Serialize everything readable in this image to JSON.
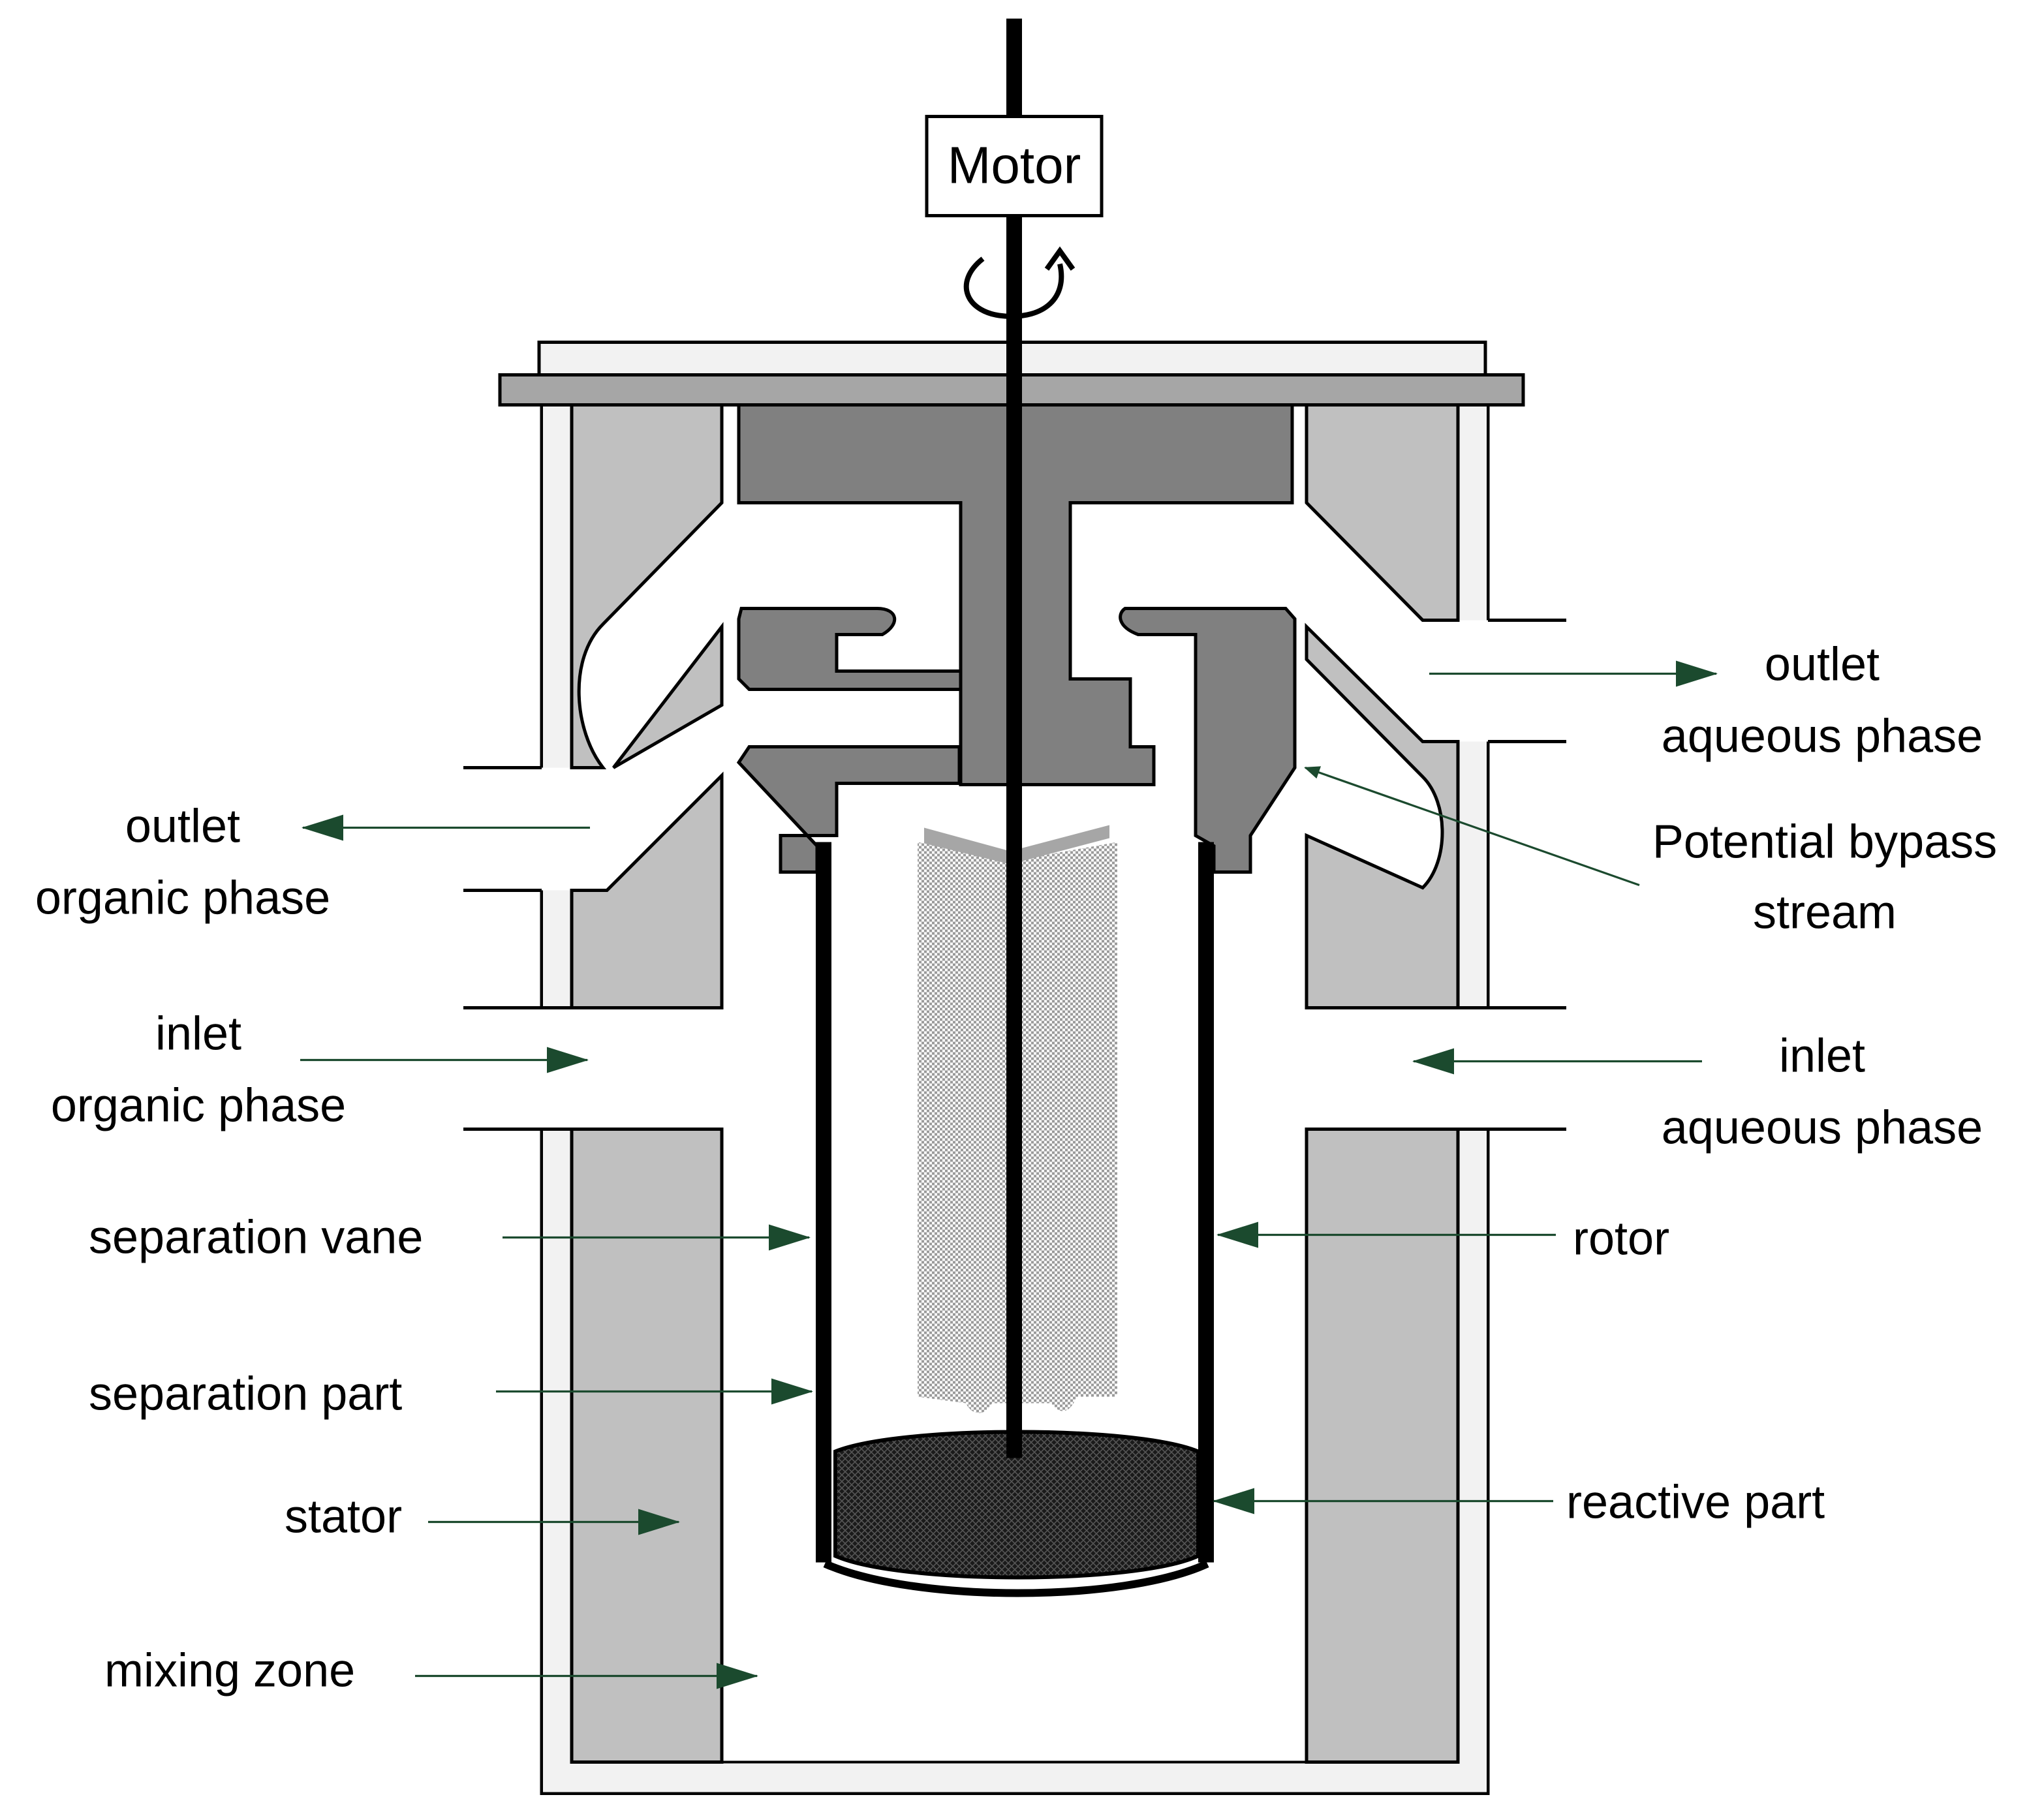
{
  "motor": {
    "label": "Motor"
  },
  "labels": {
    "outlet_organic": [
      "outlet",
      "organic phase"
    ],
    "inlet_organic": [
      "inlet",
      "organic phase"
    ],
    "separation_vane": "separation vane",
    "separation_part": "separation part",
    "stator": "stator",
    "mixing_zone": "mixing zone",
    "outlet_aqueous": [
      "outlet",
      "aqueous phase"
    ],
    "bypass": [
      "Potential bypass",
      "stream"
    ],
    "inlet_aqueous": [
      "inlet",
      "aqueous phase"
    ],
    "rotor": "rotor",
    "reactive_part": "reactive part"
  },
  "colors": {
    "stator_fill": "#c0c0c0",
    "rotor_fill": "#808080",
    "lid_fill": "#a6a6a6",
    "housing_fill": "#f2f2f2",
    "arrow": "#1b4a2e"
  }
}
